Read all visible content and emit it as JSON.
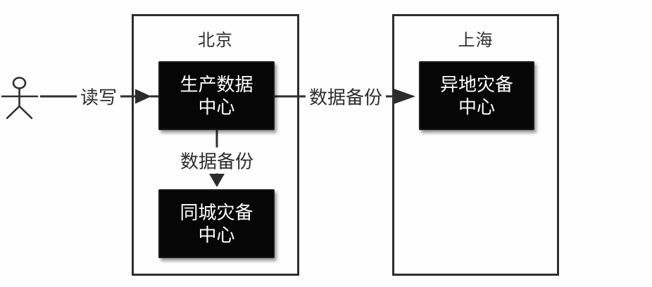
{
  "regions": {
    "beijing": {
      "title": "北京"
    },
    "shanghai": {
      "title": "上海"
    }
  },
  "nodes": {
    "production": {
      "lines": [
        "生产数据",
        "中心"
      ]
    },
    "local_dr": {
      "lines": [
        "同城灾备",
        "中心"
      ]
    },
    "remote_dr": {
      "lines": [
        "异地灾备",
        "中心"
      ]
    }
  },
  "edges": {
    "read_write": {
      "label": "读写"
    },
    "backup_remote": {
      "label": "数据备份"
    },
    "backup_local": {
      "label": "数据备份"
    }
  },
  "icons": {
    "actor": "stick-figure-user"
  },
  "colors": {
    "line": "#2f2f2f",
    "region_border": "#2e2e2e",
    "node_background": "#060606",
    "node_text": "#ffffff",
    "label_text": "#2d2d2d",
    "background": "#fefefe"
  }
}
